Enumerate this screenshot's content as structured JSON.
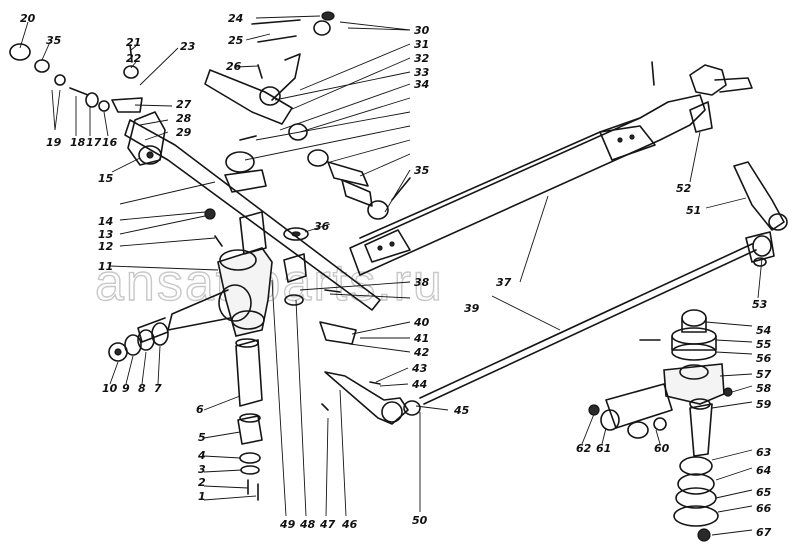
{
  "watermark": "ansat-parts.ru",
  "callouts": [
    "1",
    "2",
    "3",
    "4",
    "5",
    "6",
    "7",
    "8",
    "9",
    "10",
    "11",
    "12",
    "13",
    "14",
    "15",
    "16",
    "17",
    "18",
    "19",
    "20",
    "21",
    "22",
    "23",
    "24",
    "25",
    "26",
    "27",
    "28",
    "29",
    "30",
    "31",
    "32",
    "33",
    "34",
    "35",
    "36",
    "37",
    "38",
    "39",
    "40",
    "41",
    "42",
    "43",
    "44",
    "45",
    "46",
    "47",
    "48",
    "49",
    "50",
    "51",
    "52",
    "53",
    "54",
    "55",
    "56",
    "57",
    "58",
    "59",
    "60",
    "61",
    "62",
    "63",
    "64",
    "65",
    "66",
    "67"
  ]
}
